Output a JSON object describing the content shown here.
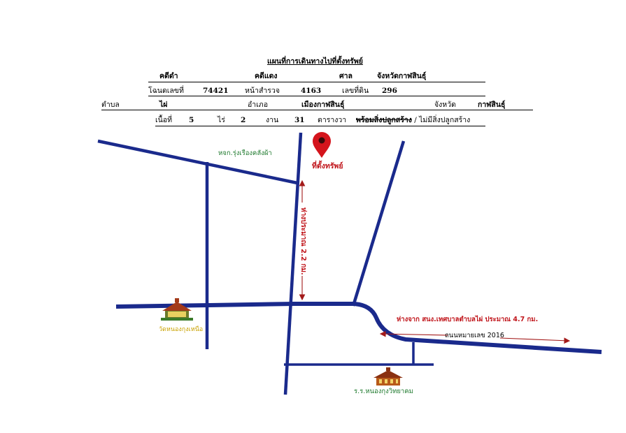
{
  "header": {
    "title": "แผนที่การเดินทางไปที่ตั้งทรัพย์",
    "plaintiff_label": "คดีดำ",
    "red_case_label": "คดีแดง",
    "court_label": "ศาล",
    "court_value": "จังหวัดกาฬสินธุ์",
    "deed_label": "โฉนดเลขที่",
    "deed_value": "74421",
    "survey_label": "หน้าสำรวจ",
    "survey_value": "4163",
    "land_no_label": "เลขที่ดิน",
    "land_no_value": "296",
    "subdistrict_label": "ตำบล",
    "subdistrict_value": "ไผ่",
    "district_label": "อำเภอ",
    "district_value": "เมืองกาฬสินธุ์",
    "province_label": "จังหวัด",
    "province_value": "กาฬสินธุ์",
    "area_label": "เนื้อที่",
    "rai_value": "5",
    "rai_label": "ไร่",
    "ngan_value": "2",
    "ngan_label": "งาน",
    "wa_value": "31",
    "wa_label": "ตารางวา",
    "building_strike": "พร้อมสิ่งปลูกสร้าง",
    "building_value": " / ไม่มีสิ่งปลูกสร้าง"
  },
  "map": {
    "property_label": "ที่ตั้งทรัพย์",
    "shop_label": "หจก.รุ่งเรืองคลังผ้า",
    "distance_vertical": "ห่างประมาณ 2.2 กม.",
    "distance_road": "ห่างจาก สนง.เทศบาลตำบลไผ่ ประมาณ 4.7 กม.",
    "road_label": "ถนนหมายเลข 2016",
    "temple_label": "วัดหนองกุงเหนือ",
    "school_label": "ร.ร.หนองกุงวิทยาคม",
    "road_color": "#1a2a8c",
    "marker_color": "#d4141c",
    "arrow_color": "#a31a1a"
  }
}
